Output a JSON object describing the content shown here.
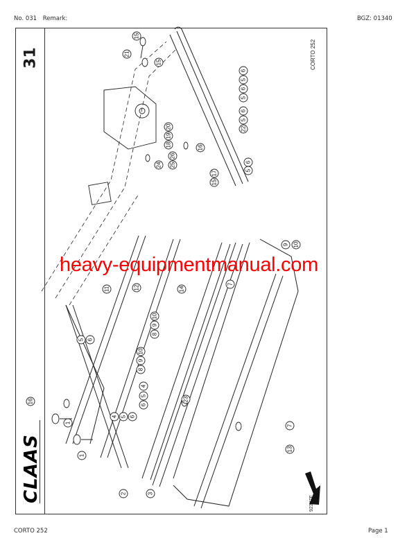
{
  "header": {
    "number_label": "No. 031",
    "remark_label": "Remark:",
    "bgz_label": "BGZ: 01340"
  },
  "footer": {
    "model": "CORTO 252",
    "page": "Page 1"
  },
  "sheet": {
    "page_number": "31",
    "brand": "CLAAS",
    "model_vertical": "CORTO 252",
    "drawing_number": "92347F",
    "watermark": "heavy-equipmentmanual.com"
  },
  "diagram": {
    "type": "exploded-parts-view",
    "callouts": [
      {
        "label": "15"
      },
      {
        "label": "21"
      },
      {
        "label": "15"
      },
      {
        "label": "6"
      },
      {
        "label": "5"
      },
      {
        "label": "6"
      },
      {
        "label": "5"
      },
      {
        "label": "6"
      },
      {
        "label": "5"
      },
      {
        "label": "22"
      },
      {
        "label": "20"
      },
      {
        "label": "19"
      },
      {
        "label": "18"
      },
      {
        "label": "16"
      },
      {
        "label": "26"
      },
      {
        "label": "25"
      },
      {
        "label": "24"
      },
      {
        "label": "17"
      },
      {
        "label": "15"
      },
      {
        "label": "6"
      },
      {
        "label": "5"
      },
      {
        "label": "9"
      },
      {
        "label": "10"
      },
      {
        "label": "7"
      },
      {
        "label": "11"
      },
      {
        "label": "12"
      },
      {
        "label": "14"
      },
      {
        "label": "10"
      },
      {
        "label": "9"
      },
      {
        "label": "8"
      },
      {
        "label": "10"
      },
      {
        "label": "9"
      },
      {
        "label": "8"
      },
      {
        "label": "5"
      },
      {
        "label": "6"
      },
      {
        "label": "4"
      },
      {
        "label": "5"
      },
      {
        "label": "6"
      },
      {
        "label": "4"
      },
      {
        "label": "5"
      },
      {
        "label": "6"
      },
      {
        "label": "23"
      },
      {
        "label": "16"
      },
      {
        "label": "1"
      },
      {
        "label": "1"
      },
      {
        "label": "2"
      },
      {
        "label": "3"
      },
      {
        "label": "7"
      },
      {
        "label": "13"
      }
    ]
  }
}
